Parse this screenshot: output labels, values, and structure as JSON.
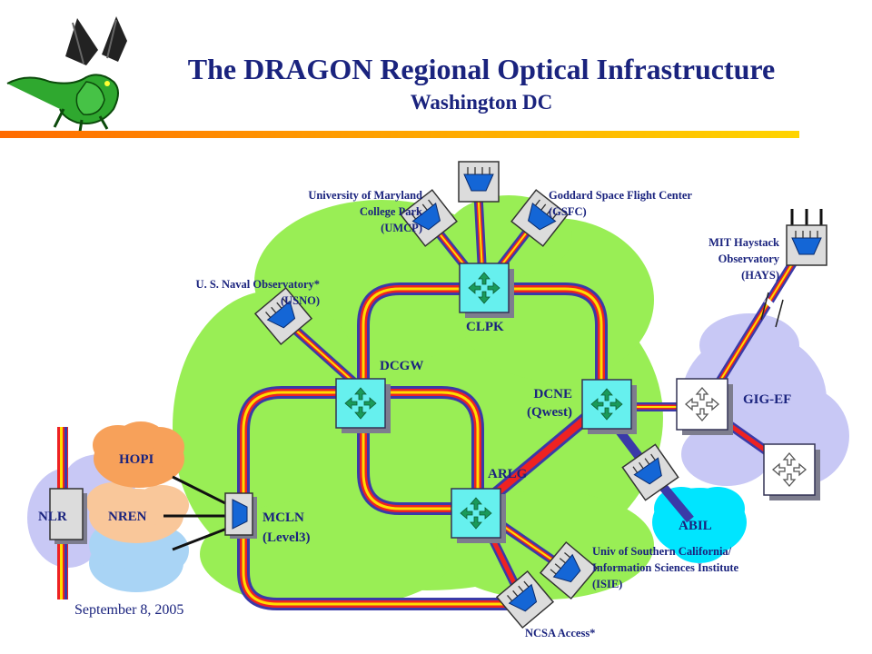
{
  "title": "The DRAGON Regional Optical Infrastructure",
  "subtitle": "Washington DC",
  "date": "September 8, 2005",
  "colors": {
    "accent_text": "#1a237e",
    "core_cloud": "#99ee55",
    "gigef_cloud": "#c8c8f5",
    "hopi_cloud": "#f7a15a",
    "nren_cloud": "#f9c79a",
    "lower_cloud": "#a9d4f5",
    "abil_cloud": "#00e5ff",
    "node_fill": "#66f0ee",
    "fiber_outer": "#3a3aa8",
    "fiber_red": "#ee2222",
    "fiber_yellow": "#ffdd00"
  },
  "icons": {
    "logo": "dragon-logo-icon",
    "core_switch": "optical-switch-icon",
    "edge_device": "wdm-mux-icon"
  },
  "nodes": {
    "clpk": "CLPK",
    "dcgw": "DCGW",
    "dcne": "DCNE\n(Qwest)",
    "arlg": "ARLG",
    "mcln": "MCLN\n(Level3)",
    "gigef": "GIG-EF",
    "abil": "ABIL",
    "hopi": "HOPI",
    "nren": "NREN",
    "nlr": "NLR"
  },
  "sites": {
    "umcp": "University of Maryland\nCollege Park\n(UMCP)",
    "gsfc": "Goddard Space Flight Center\n(GSFC)",
    "usno": "U. S. Naval Observatory*\n(USNO)",
    "hays": "MIT Haystack\nObservatory\n(HAYS)",
    "isie": "Univ of Southern California/\nInformation Sciences Institute\n(ISIE)",
    "ncsa": "NCSA Access*"
  }
}
